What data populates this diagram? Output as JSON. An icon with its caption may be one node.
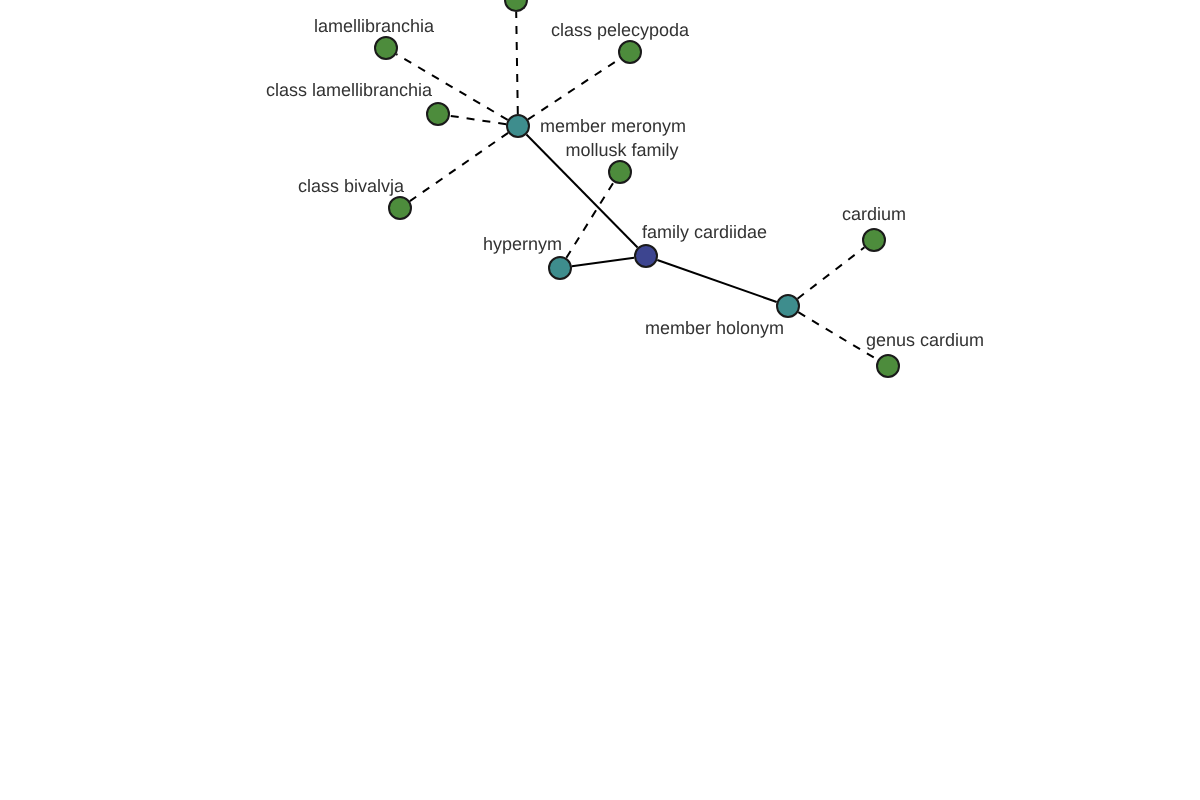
{
  "diagram": {
    "nodes": [
      {
        "text": [],
        "shape": "circle"
      },
      {
        "text": [
          "lamellibranchia"
        ]
      },
      {
        "text": [
          "class pelecypoda"
        ]
      },
      {
        "text": [
          "class lamellibranchia"
        ]
      },
      {
        "text": [
          "member meronym"
        ]
      },
      {
        "text": [
          "mollusk family"
        ]
      },
      {
        "text": [
          "class bivalvja"
        ]
      },
      {
        "text": [
          "cardium"
        ]
      },
      {
        "text": [
          "family cardiidae"
        ]
      },
      {
        "text": [
          "hypernym"
        ]
      },
      {
        "text": [
          "member holonym"
        ]
      },
      {
        "text": [
          "genus cardium"
        ]
      }
    ],
    "edges": [
      {
        "from": 8,
        "to": 9,
        "arrow": "none"
      },
      {
        "from": 8,
        "to": 4,
        "arrow": "none"
      },
      {
        "from": 8,
        "to": 10,
        "arrow": "none"
      },
      {
        "from": 9,
        "to": 5,
        "arrow": "none",
        "style": "dashed"
      },
      {
        "from": 4,
        "to": 0,
        "arrow": "none",
        "style": "dashed"
      },
      {
        "from": 4,
        "to": 1,
        "arrow": "none",
        "style": "dashed"
      },
      {
        "from": 4,
        "to": 2,
        "arrow": "none",
        "style": "dashed"
      },
      {
        "from": 4,
        "to": 3,
        "arrow": "none",
        "style": "dashed"
      },
      {
        "from": 4,
        "to": 6,
        "arrow": "none",
        "style": "dashed"
      },
      {
        "from": 10,
        "to": 7,
        "arrow": "none",
        "style": "dashed"
      },
      {
        "from": 10,
        "to": 11,
        "arrow": "none",
        "style": "dashed"
      }
    ]
  }
}
